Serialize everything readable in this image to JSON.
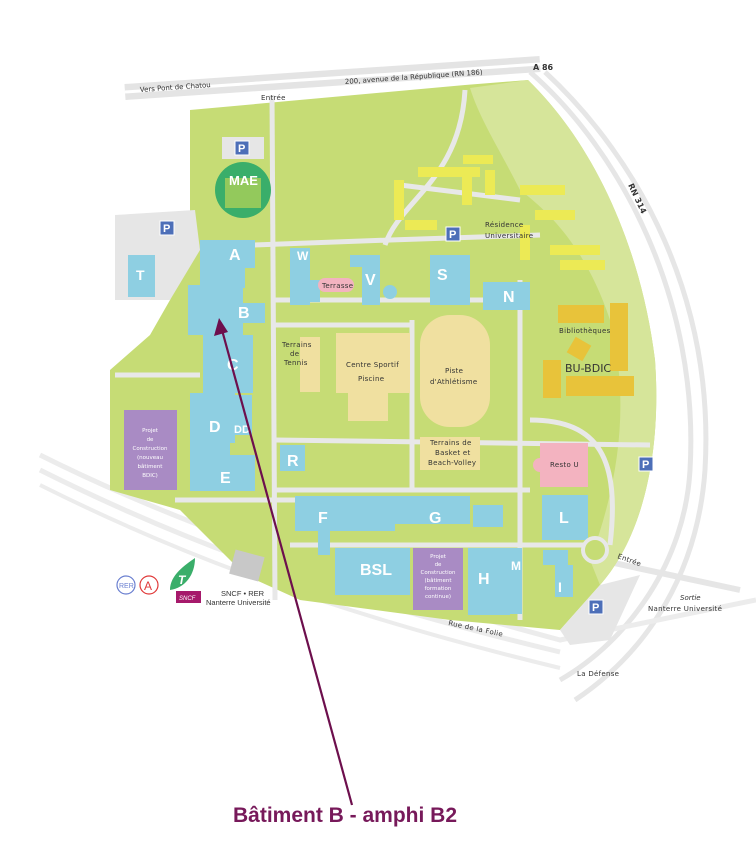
{
  "colors": {
    "campus": "#c6dc75",
    "campus_light": "#d6e59a",
    "building": "#8ecfe2",
    "project": "#a98bc4",
    "sport": "#f0e0a0",
    "library": "#e8c33a",
    "residence": "#ecea55",
    "resto": "#f3b3c0",
    "road": "#e6e6e6",
    "arrow": "#6d0f4d",
    "parking": "#4d6fb8"
  },
  "roads": {
    "top_road": "200, avenue de la République (RN 186)",
    "towards": "Vers Pont de Chatou",
    "a86": "A 86",
    "rn314": "RN 314",
    "rue_folie": "Rue de la Folie",
    "la_defense": "La Défense",
    "entree_north": "Entrée",
    "entree_east": "Entrée",
    "sortie": "Sortie",
    "sortie_name": "Nanterre Université"
  },
  "parking_label": "P",
  "buildings": {
    "A": "A",
    "B": "B",
    "C": "C",
    "D": "D",
    "DD": "DD",
    "E": "E",
    "T": "T",
    "W": "W",
    "V": "V",
    "S": "S",
    "N": "N",
    "R": "R",
    "F": "F",
    "G": "G",
    "BSL": "BSL",
    "H": "H",
    "M": "M",
    "L": "L",
    "I": "I",
    "MAE": "MAE"
  },
  "areas": {
    "terrasse": "Terrasse",
    "tennis": [
      "Terrains",
      "de",
      "Tennis"
    ],
    "sport_centre": [
      "Centre Sportif",
      "Piscine"
    ],
    "piste": [
      "Piste",
      "d'Athlétisme"
    ],
    "basket": [
      "Terrains de",
      "Basket et",
      "Beach-Volley"
    ],
    "residence": [
      "Résidence",
      "Universitaire"
    ],
    "bibliotheques": "Bibliothèques",
    "bu": "BU-BDIC",
    "resto": "Resto U"
  },
  "projects": {
    "bdic": [
      "Projet",
      "de",
      "Construction",
      "(nouveau",
      "bâtiment",
      "BDIC)"
    ],
    "formation": [
      "Projet",
      "de",
      "Construction",
      "(bâtiment",
      "formation",
      "continue)"
    ]
  },
  "transport": {
    "rer": "RER",
    "line": "A",
    "tram": "T",
    "sncf": "SNCF",
    "station": "SNCF • RER",
    "station_name": "Nanterre Université"
  },
  "caption": "Bâtiment B - amphi B2"
}
